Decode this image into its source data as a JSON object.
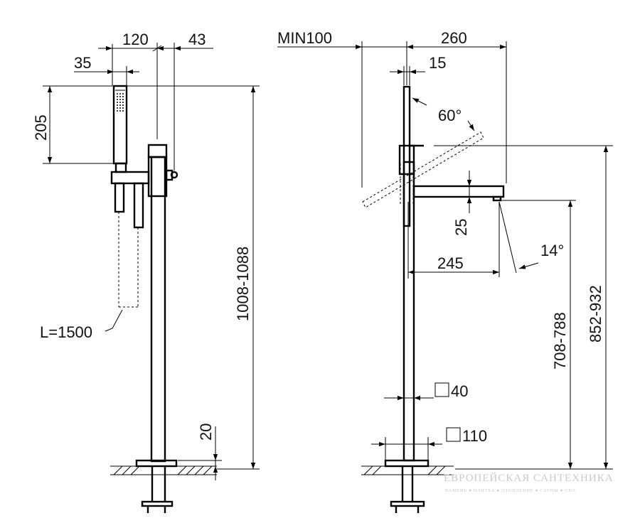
{
  "left_view": {
    "dim_top_width": "120",
    "dim_top_offset": "43",
    "dim_handshower_diameter": "35",
    "dim_handshower_height": "205",
    "dim_total_height": "1008-1088",
    "dim_floor_gap": "20",
    "hose_length": "L=1500"
  },
  "right_view": {
    "dim_min_clearance": "MIN100",
    "dim_spout_reach": "260",
    "dim_column_gap": "15",
    "angle_handle": "60°",
    "dim_spout_thickness": "25",
    "dim_spout_length": "245",
    "angle_spout": "14°",
    "dim_outlet_height": "708-788",
    "dim_spout_height": "852-932",
    "dim_column_square": "40",
    "dim_base_square": "110"
  },
  "watermark": {
    "title": "ЕВРОПЕЙСКАЯ САНТЕХНИКА",
    "subtitle": "КАМЕНЬ ● ПЛИТКА ● ОТОПЛЕНИЕ ● САУНЫ ● СПА"
  }
}
